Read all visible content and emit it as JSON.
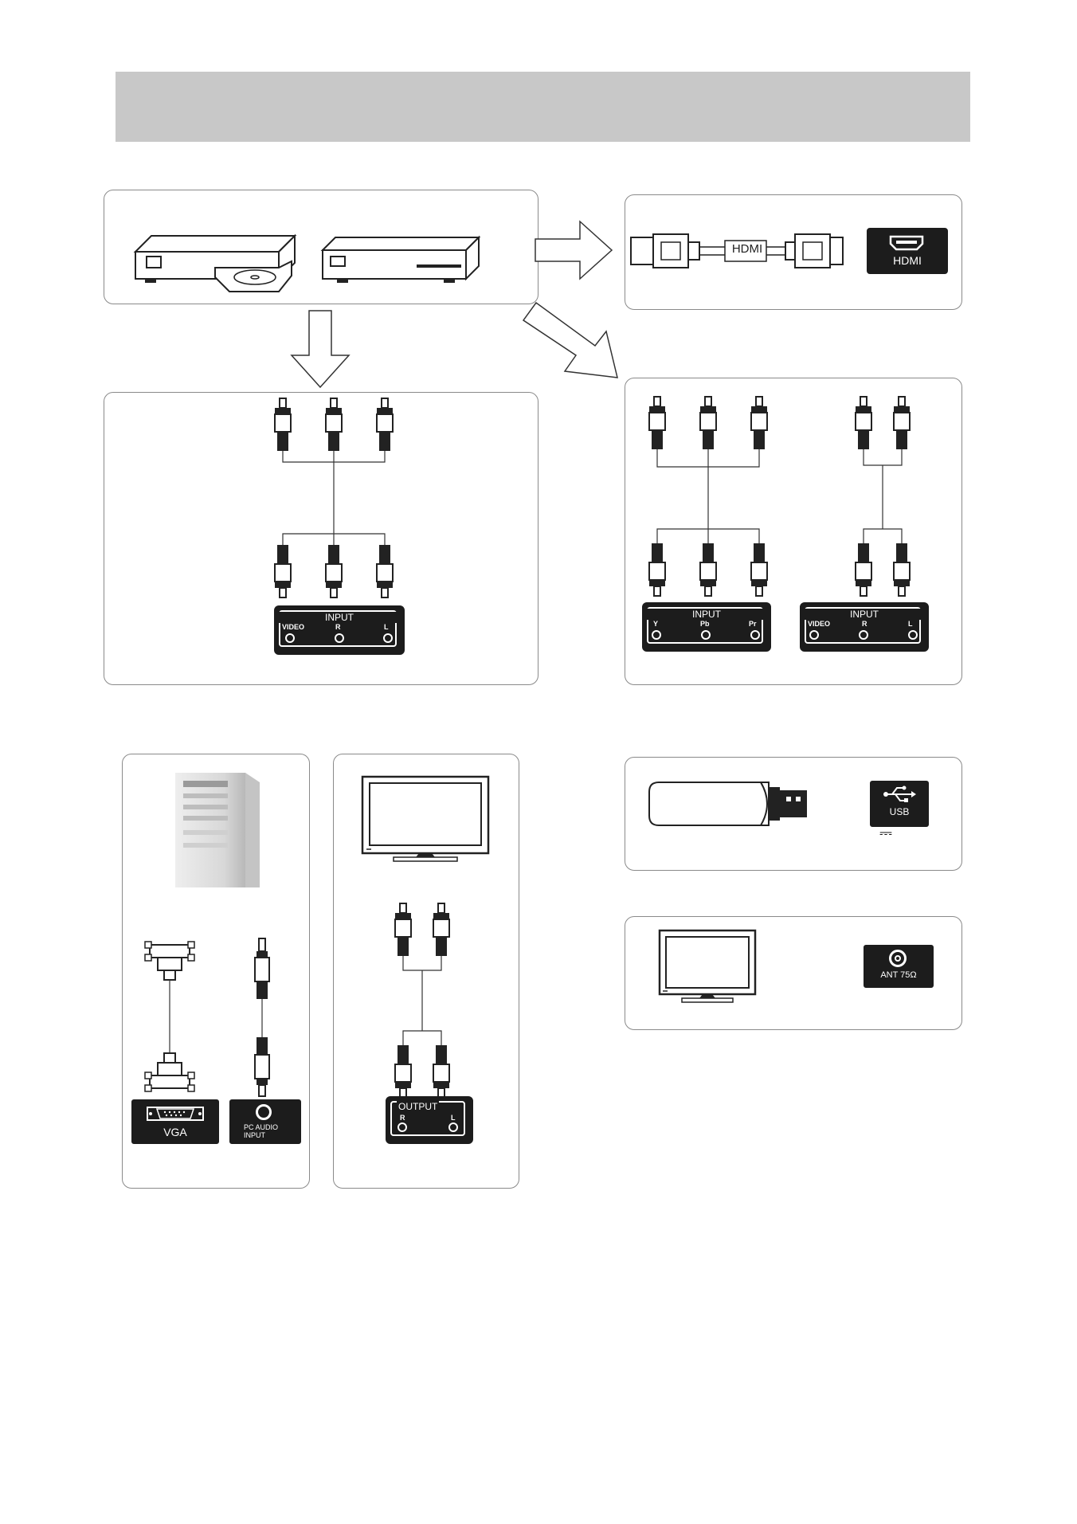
{
  "diagram": {
    "hdmi": {
      "cable_label": "HDMI",
      "port_label": "HDMI"
    },
    "av_panel": {
      "title": "INPUT",
      "ports": [
        "VIDEO",
        "R",
        "L"
      ]
    },
    "ypbpr_panel": {
      "title": "INPUT",
      "ports": [
        "Y",
        "Pb",
        "Pr"
      ]
    },
    "av_panel_2": {
      "title": "INPUT",
      "ports": [
        "VIDEO",
        "R",
        "L"
      ]
    },
    "vga": {
      "port_label": "VGA"
    },
    "pc_audio": {
      "line1": "PC AUDIO",
      "line2": "INPUT"
    },
    "output_panel": {
      "title": "OUTPUT",
      "ports": [
        "R",
        "L"
      ]
    },
    "usb": {
      "port_label": "USB",
      "power_symbol": "⎓"
    },
    "antenna": {
      "port_label": "ANT 75Ω"
    },
    "colors": {
      "header_bar": "#c8c8c8",
      "panel_border": "#8a8a8a",
      "port_panel": "#1c1c1c"
    }
  }
}
